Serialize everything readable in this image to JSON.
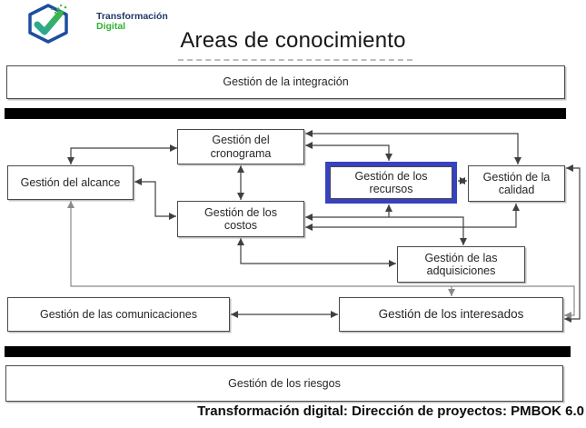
{
  "logo": {
    "icon": "hexagon-check-icon",
    "line1": "Transformación",
    "line2": "Digital",
    "colors": {
      "hexagon_blue": "#1e4e9e",
      "text_navy": "#1f3864",
      "text_green": "#2eb135",
      "check_teal": "#2aa79b"
    }
  },
  "title": "Areas de conocimiento",
  "footer": "Transformación digital: Dirección de proyectos: PMBOK 6.0",
  "diagram": {
    "highlighted_box": "recursos",
    "highlight_color": "#3642c0",
    "divider_color": "#000000",
    "connector_colors": {
      "dark": "#404040",
      "gray": "#8a8a8a"
    },
    "boxes": {
      "integracion": "Gestión de la integración",
      "cronograma": "Gestión del cronograma",
      "alcance": "Gestión del alcance",
      "recursos": "Gestión de los recursos",
      "calidad": "Gestión de la calidad",
      "costos": "Gestión de los costos",
      "adquisiciones": "Gestión de las adquisiciones",
      "comunicaciones": "Gestión de las comunicaciones",
      "interesados": "Gestión de los interesados",
      "riesgos": "Gestión de los riesgos"
    },
    "edges": [
      {
        "from": "alcance",
        "to": "cronograma",
        "bidirectional": true
      },
      {
        "from": "cronograma",
        "to": "costos",
        "bidirectional": true
      },
      {
        "from": "alcance",
        "to": "costos",
        "bidirectional": true
      },
      {
        "from": "cronograma",
        "to": "calidad",
        "bidirectional": true
      },
      {
        "from": "cronograma",
        "to": "recursos",
        "bidirectional": true
      },
      {
        "from": "recursos",
        "to": "calidad",
        "bidirectional": true
      },
      {
        "from": "costos",
        "to": "recursos",
        "bidirectional": true
      },
      {
        "from": "costos",
        "to": "adquisiciones_top",
        "bidirectional": true
      },
      {
        "from": "costos",
        "to": "calidad",
        "bidirectional": true
      },
      {
        "from": "costos",
        "to": "adquisiciones_left",
        "bidirectional": true
      },
      {
        "from": "alcance",
        "to": "interesados",
        "bidirectional": true
      },
      {
        "from": "interesados",
        "to": "interesados_right_loop",
        "bidirectional": false
      },
      {
        "from": "comunicaciones",
        "to": "interesados",
        "bidirectional": true
      },
      {
        "from": "calidad",
        "to": "interesados",
        "bidirectional": true
      }
    ]
  }
}
